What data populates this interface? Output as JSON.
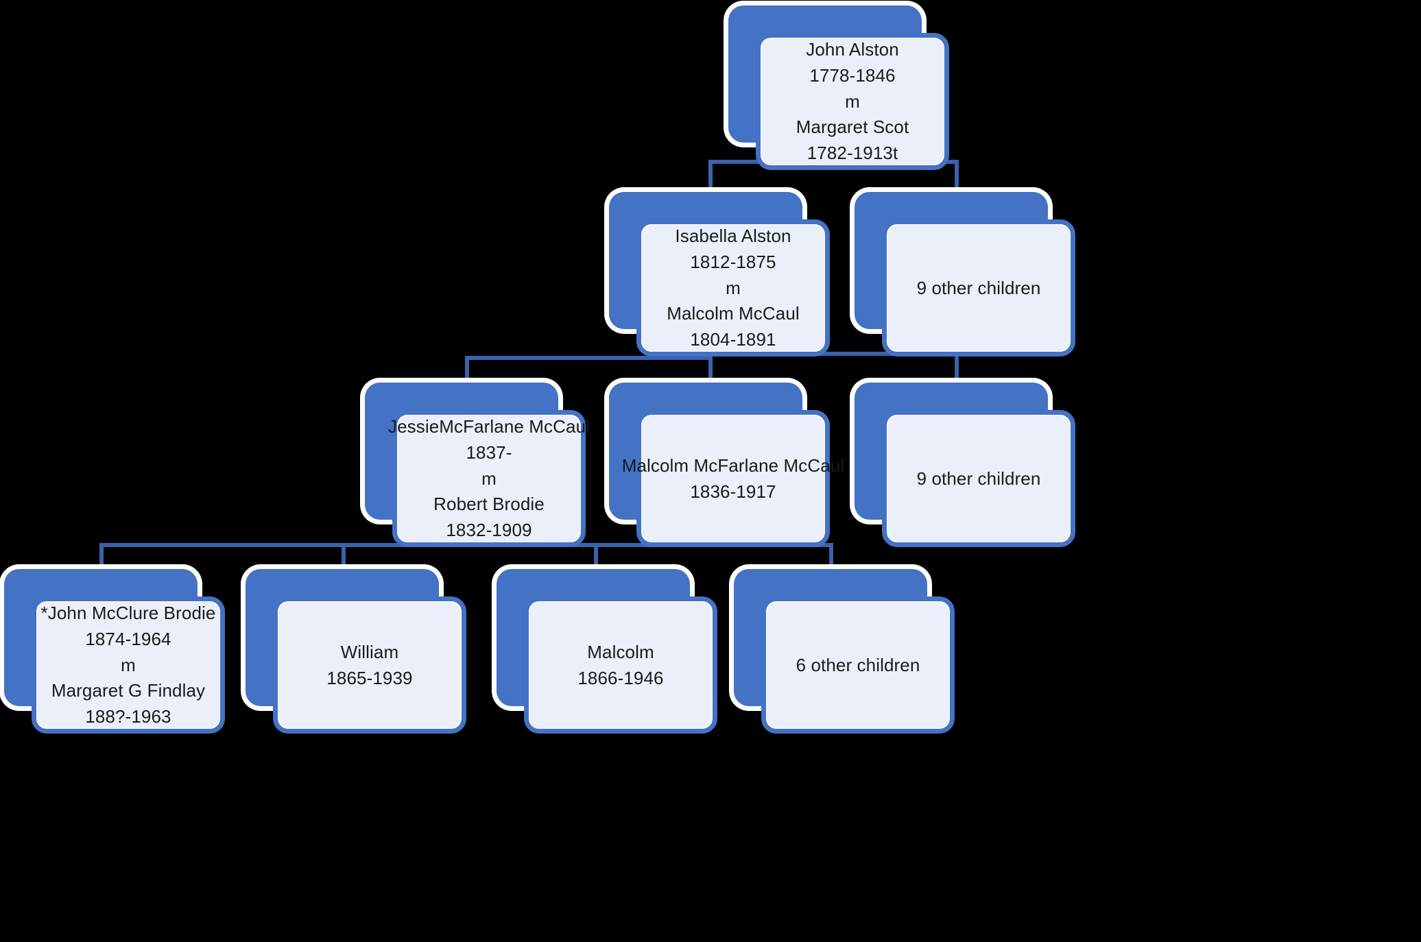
{
  "diagram": {
    "title": "Alston / McCaul / Brodie family tree",
    "type": "family-tree",
    "background_color": "#000000",
    "node_back_color": "#4472C4",
    "node_front_color": "#EAEFF9",
    "connector_color": "#3A62AD",
    "text_color": "#1A1A1A"
  },
  "generations": [
    {
      "label": "generation-1",
      "nodes": [
        {
          "id": "john-alston",
          "kind": "couple",
          "lines": [
            "John Alston",
            "1778-1846",
            "m",
            "Margaret Scot",
            "1782-1913t"
          ]
        }
      ]
    },
    {
      "label": "generation-2",
      "nodes": [
        {
          "id": "isabella-alston",
          "kind": "couple",
          "lines": [
            "Isabella Alston",
            "1812-1875",
            "m",
            "Malcolm McCaul",
            "1804-1891"
          ]
        },
        {
          "id": "gen2-other-children",
          "kind": "summary",
          "lines": [
            "9 other children"
          ]
        }
      ]
    },
    {
      "label": "generation-3",
      "nodes": [
        {
          "id": "jessie-mcfarlane-mccaul",
          "kind": "couple",
          "lines": [
            "JessieMcFarlane McCaul",
            "1837-",
            "m",
            "Robert Brodie",
            "1832-1909"
          ]
        },
        {
          "id": "malcolm-mcfarlane-mccaul",
          "kind": "person",
          "lines": [
            "Malcolm McFarlane McCaul",
            "1836-1917"
          ]
        },
        {
          "id": "gen3-other-children",
          "kind": "summary",
          "lines": [
            "9 other children"
          ]
        }
      ]
    },
    {
      "label": "generation-4",
      "nodes": [
        {
          "id": "john-mcclure-brodie",
          "kind": "couple",
          "lines": [
            "*John McClure Brodie",
            "1874-1964",
            "m",
            "Margaret G Findlay",
            "188?-1963"
          ]
        },
        {
          "id": "william-brodie",
          "kind": "person",
          "lines": [
            "William",
            "1865-1939"
          ]
        },
        {
          "id": "malcolm-brodie",
          "kind": "person",
          "lines": [
            "Malcolm",
            "1866-1946"
          ]
        },
        {
          "id": "gen4-other-children",
          "kind": "summary",
          "lines": [
            "6 other children"
          ]
        }
      ]
    }
  ]
}
